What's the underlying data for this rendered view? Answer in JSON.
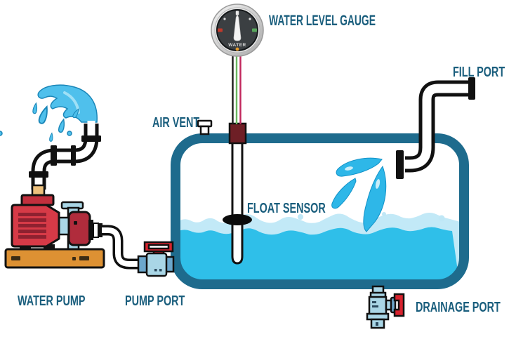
{
  "labels": {
    "water_level_gauge": "WATER LEVEL GAUGE",
    "fill_port": "FILL PORT",
    "air_vent": "AIR VENT",
    "float_sensor": "FLOAT SENSOR",
    "water_pump": "WATER PUMP",
    "pump_port": "PUMP PORT",
    "drainage_port": "DRAINAGE PORT"
  },
  "gauge": {
    "dial_label": "WATER"
  },
  "colors": {
    "label_text": "#1a5e7d",
    "tank_border": "#1e6b8d",
    "water_cyan": "#2fbfe9",
    "water_light": "#c2e9f7",
    "splash_blue": "#2eb7e8",
    "spray_blue": "#4fc0ec",
    "pump_red": "#d63a47",
    "pump_head_red": "#b02c3c",
    "pump_stripe_red": "#8e2130",
    "base_orange": "#dd9133",
    "valve_red": "#d8232e",
    "fitting_blue": "#6ca7cc",
    "valve_body_blue": "#a9d6e6",
    "tan": "#ecc07c",
    "wire_black": "#1a1a1a",
    "wire_green": "#69b860",
    "wire_red": "#c2265c",
    "gauge_face": "#3b3f42",
    "pipe_black": "#111111"
  }
}
